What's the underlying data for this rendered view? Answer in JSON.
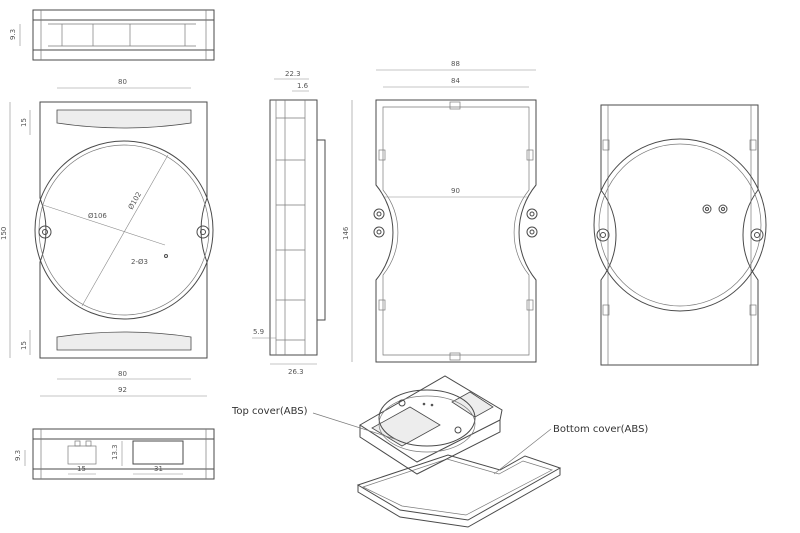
{
  "colors": {
    "line": "#4a4a4a",
    "panel": "#ededed",
    "text": "#555555"
  },
  "dimensions": {
    "top_height": "9.3",
    "front_width": "80",
    "front_inner_top": "15",
    "front_height": "150",
    "front_inner_bottom": "15",
    "front_bottom_width": "80",
    "front_total_width": "92",
    "circle_outer": "Ø106",
    "circle_inner": "Ø102",
    "holes": "2-Ø3",
    "side_width": "22.3",
    "side_step": "1.6",
    "side_bottom": "26.3",
    "side_small": "5.9",
    "inside_outer_width": "88",
    "inside_inner_width": "84",
    "inside_span": "90",
    "inside_height": "146",
    "bottom_height": "9.3",
    "bottom_inner_height": "13.3",
    "bottom_slot1": "15",
    "bottom_slot2": "31"
  },
  "labels": {
    "top_cover": "Top cover(ABS)",
    "bottom_cover": "Bottom cover(ABS)"
  }
}
